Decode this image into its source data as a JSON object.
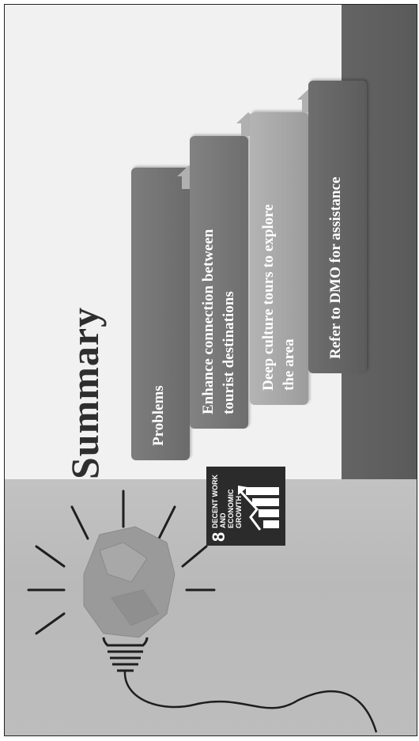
{
  "slide": {
    "title": "Summary",
    "steps": [
      {
        "line1": "Problems",
        "line2": ""
      },
      {
        "line1": "Enhance connection between",
        "line2": "tourist destinations"
      },
      {
        "line1": "Deep culture tours to explore",
        "line2": "the area"
      },
      {
        "line1": "Refer to DMO for assistance",
        "line2": ""
      }
    ],
    "sdg": {
      "number": "8",
      "caption_line1": "DECENT WORK AND",
      "caption_line2": "ECONOMIC GROWTH",
      "icon": "growth-chart-icon"
    },
    "image": {
      "icon": "crumpled-light-bulb-icon"
    }
  }
}
